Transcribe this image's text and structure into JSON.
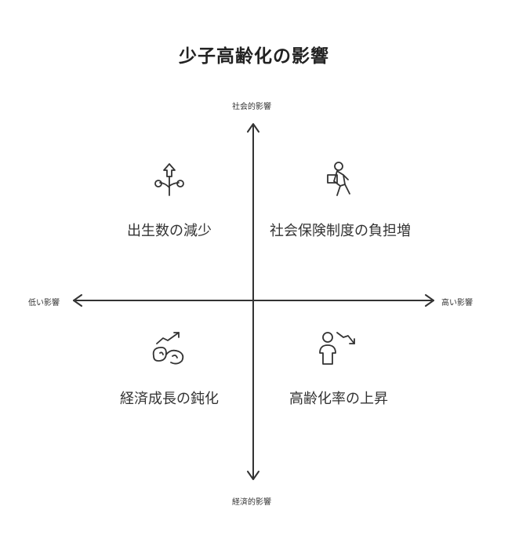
{
  "title": "少子高齢化の影響",
  "axes": {
    "top": "社会的影響",
    "bottom": "経済的影響",
    "left": "低い影響",
    "right": "高い影響"
  },
  "quadrants": {
    "top_left": {
      "label": "出生数の減少",
      "icon": "plant-growth-icon"
    },
    "top_right": {
      "label": "社会保険制度の負担増",
      "icon": "person-carrying-box-icon"
    },
    "bottom_left": {
      "label": "経済成長の鈍化",
      "icon": "trend-arrow-rocks-icon"
    },
    "bottom_right": {
      "label": "高齢化率の上昇",
      "icon": "person-down-arrow-icon"
    }
  },
  "colors": {
    "stroke": "#333333",
    "background": "#ffffff"
  }
}
